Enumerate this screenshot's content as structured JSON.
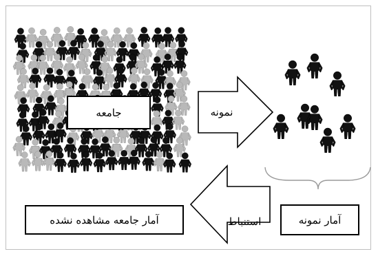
{
  "diagram": {
    "population_label": "جامعه",
    "sample_arrow_label": "نمونه",
    "sample_stats_label": "آمار نمونه",
    "inference_arrow_label": "استنباط",
    "population_stats_label": "آمار جامعه مشاهده نشده"
  },
  "colors": {
    "figure_dark": "#111111",
    "figure_light": "#b9b9b9",
    "frame_border": "#bfbfbf",
    "brace": "#9a9a9a"
  },
  "icons": {
    "person": "person-icon"
  }
}
